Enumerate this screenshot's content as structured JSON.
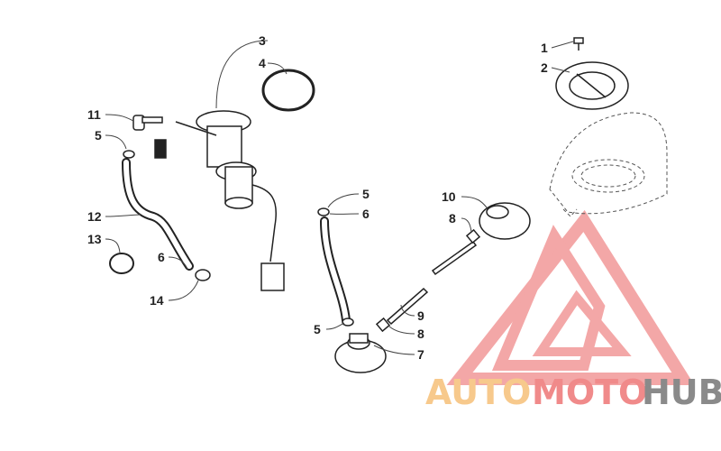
{
  "parts": [
    {
      "ref": "1"
    },
    {
      "ref": "2"
    },
    {
      "ref": "3"
    },
    {
      "ref": "4"
    },
    {
      "ref": "5"
    },
    {
      "ref": "6"
    },
    {
      "ref": "7"
    },
    {
      "ref": "8"
    },
    {
      "ref": "9"
    },
    {
      "ref": "10"
    },
    {
      "ref": "11"
    },
    {
      "ref": "12"
    },
    {
      "ref": "13"
    },
    {
      "ref": "14"
    }
  ],
  "watermark": {
    "word1": "AUTO",
    "word2": "MOTO",
    "word3": "HUB",
    "color_light": "#f7c98c",
    "color_red": "#f08a8a",
    "color_gray": "#8a8a8a"
  }
}
